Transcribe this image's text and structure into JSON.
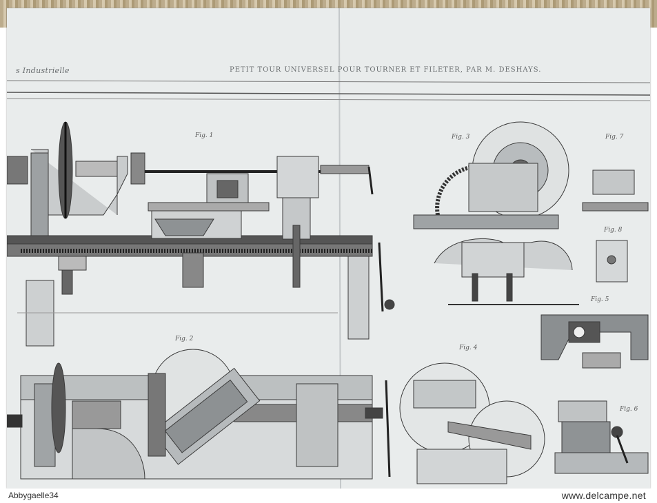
{
  "plate": {
    "header_left": "s Industrielle",
    "title": "PETIT TOUR UNIVERSEL POUR TOURNER ET FILETER, PAR M. DESHAYS.",
    "figures": {
      "fig1": "Fig. 1",
      "fig2": "Fig. 2",
      "fig3": "Fig. 3",
      "fig4": "Fig. 4",
      "fig5": "Fig. 5",
      "fig6": "Fig. 6",
      "fig7": "Fig. 7",
      "fig8": "Fig. 8"
    }
  },
  "footer": {
    "user": "Abbygaelle34",
    "site": "www.delcampe.net"
  }
}
